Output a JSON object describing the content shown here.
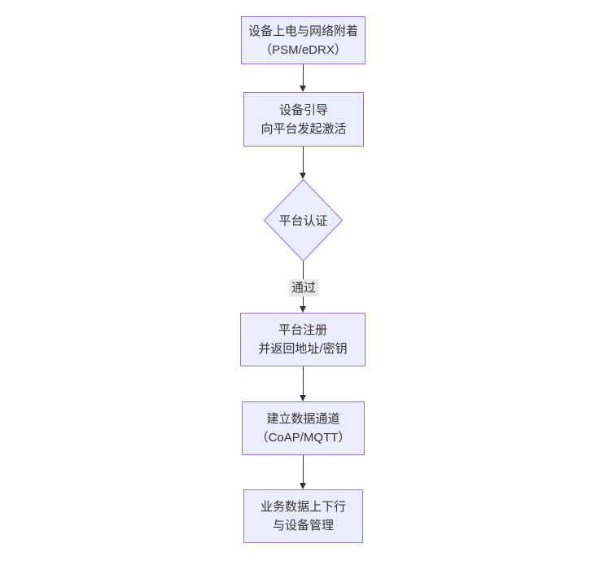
{
  "diagram": {
    "type": "flowchart",
    "direction": "top-down",
    "colors": {
      "node_fill": "#ECECFF",
      "node_border": "#9370DB",
      "edge_line": "#333333",
      "edge_label_bg": "#e8e8e8",
      "text": "#333333",
      "background": "#ffffff"
    },
    "nodes": [
      {
        "id": "power-attach",
        "shape": "rect",
        "line1": "设备上电与网络附着",
        "line2": "（PSM/eDRX）"
      },
      {
        "id": "bootstrap",
        "shape": "rect",
        "line1": "设备引导",
        "line2": "向平台发起激活"
      },
      {
        "id": "auth",
        "shape": "diamond",
        "line1": "平台认证",
        "line2": ""
      },
      {
        "id": "register",
        "shape": "rect",
        "line1": "平台注册",
        "line2": "并返回地址/密钥"
      },
      {
        "id": "data-channel",
        "shape": "rect",
        "line1": "建立数据通道",
        "line2": "（CoAP/MQTT）"
      },
      {
        "id": "business",
        "shape": "rect",
        "line1": "业务数据上下行",
        "line2": "与设备管理"
      }
    ],
    "edges": [
      {
        "from": "power-attach",
        "to": "bootstrap",
        "label": ""
      },
      {
        "from": "bootstrap",
        "to": "auth",
        "label": ""
      },
      {
        "from": "auth",
        "to": "register",
        "label": "通过"
      },
      {
        "from": "register",
        "to": "data-channel",
        "label": ""
      },
      {
        "from": "data-channel",
        "to": "business",
        "label": ""
      }
    ]
  }
}
